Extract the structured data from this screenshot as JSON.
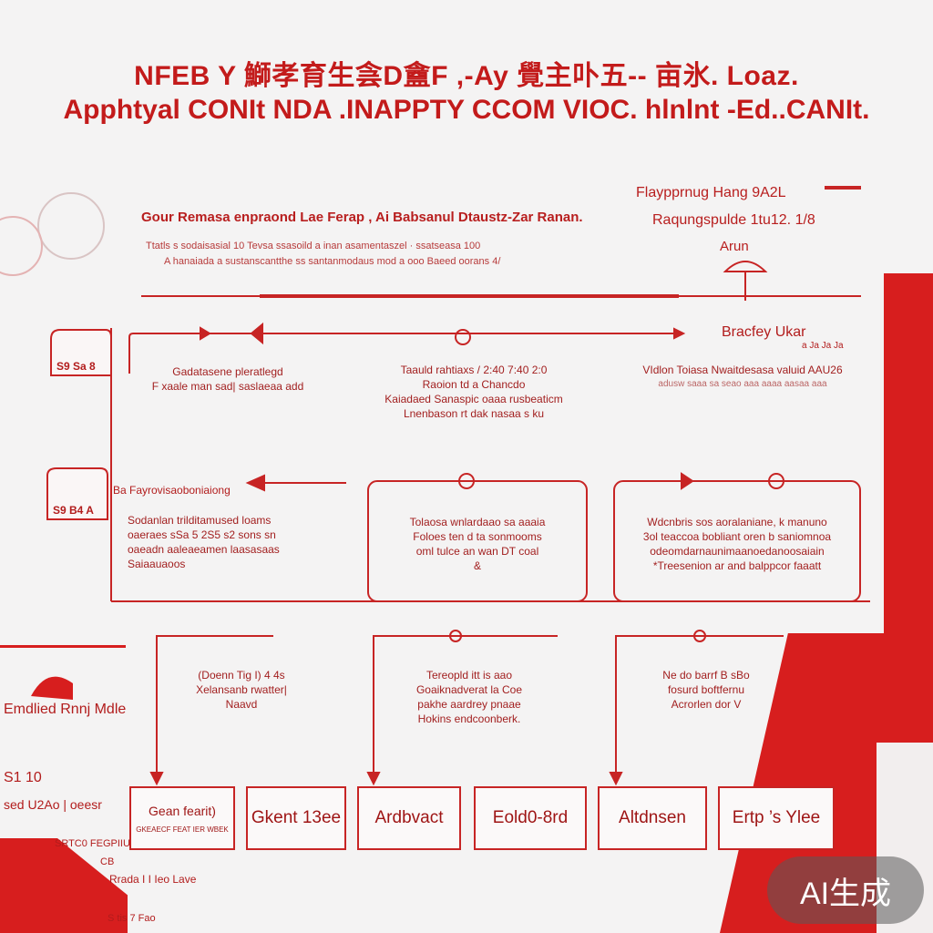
{
  "title": {
    "line1": "NFEB Y 鰤孝育生侌D盦F ,-Ay 覺主卟五-- 亩氷. Loaz.",
    "line2": "Apphtyal CONIt NDA  .INAPPTY CCOM VIOC. hlnlnt -Ed..CANIt."
  },
  "header": {
    "left_title": "Gour Remasa enpraond  Lae Ferap , Ai Babsanul Dtaustz-Zar Ranan.",
    "left_line1": "Ttatls s sodaisasial 10  Tevsa ssasoild a inan asamentaszel · ssatseasa 100",
    "left_line2": "A hanaiada a sustanscantthe  ss  santanmodaus mod a ooo  Baeed oorans  4/",
    "right_line1": "Flaypprnug Hang 9A2L",
    "right_line2": "Raqungspulde 1tu12. 1/8",
    "right_line3": "Arun"
  },
  "row1": {
    "tag_left": "S9 Sa 8",
    "node_left": [
      "Gadatasene pleratlegd",
      "F xaale man sad|  saslaeaa add"
    ],
    "node_mid": [
      "Taauld rahtiaxs / 2:40 7:40 2:0",
      "Raoion td a Chancdo",
      "Kaiadaed Sanaspic oaaa rusbeaticm",
      "Lnenbason rt dak nasaa s ku"
    ],
    "right_label": "Bracfey Ukar",
    "right_label2": "a Ja Ja Ja",
    "node_right": [
      "VIdlon Toiasa Nwaitdesasa valuid AAU26",
      "adusw saaa sa seao aaa aaaa  aasaa aaa"
    ]
  },
  "row2": {
    "tag_left": "S9 B4 A",
    "header_left": "Ba Fayrovisaoboniaiong",
    "box_left": [
      "Sodanlan trilditamused loams",
      "oaeraes sSa 5 2S5 s2 sons sn",
      "oaeadn aaleaeamen laasasaas",
      "Saiaauaoos"
    ],
    "box_mid": [
      "Tolaosa wnlardaao sa aaaia",
      "Foloes ten d ta sonmooms",
      "oml tulce an wan DT coal",
      "&"
    ],
    "box_right": [
      "Wdcnbris sos aoralaniane, k manuno",
      "3ol teaccoa bobliant oren b saniomnoa",
      "odeomdarnaunimaanoedanoosaiain",
      "*Treesenion ar and balppcor faaatt"
    ]
  },
  "row3": {
    "node_left": [
      "(Doenn Tig I) 4 4s",
      "Xelansanb rwatter|",
      "Naavd"
    ],
    "node_mid": [
      "Tereopld itt is aao",
      "Goaiknadverat la Coe",
      "pakhe aardrey pnaae",
      "Hokins endcoonberk."
    ],
    "node_right": [
      "Ne do barrf B sBo",
      "fosurd boftfernu",
      "Acrorlen dor V"
    ]
  },
  "left_panel": {
    "label1": "Emdlied Rnnj Mdle",
    "label2": "S1 10",
    "label3": "sed U2Ao  |  oeesr",
    "label4": "SRTC0 FEGPIIU",
    "label5": "CB",
    "label6": "Rrada I I Ieo  Lave",
    "label7": "S tis 7 Fao"
  },
  "bottom_boxes": [
    {
      "label": "Gean fearit)",
      "sub": "GKEAECF FEAT IER WBEK"
    },
    {
      "label": "Gkent 13ee",
      "sub": ""
    },
    {
      "label": "Ardbvact",
      "sub": ""
    },
    {
      "label": "Eold0-8rd",
      "sub": ""
    },
    {
      "label": "Altdnsen",
      "sub": ""
    },
    {
      "label": "Ertp ’s Ylee",
      "sub": ""
    }
  ],
  "watermark": "AI生成",
  "colors": {
    "accent": "#d71e1e",
    "text": "#b81e1e",
    "bg": "#f4f3f3"
  }
}
